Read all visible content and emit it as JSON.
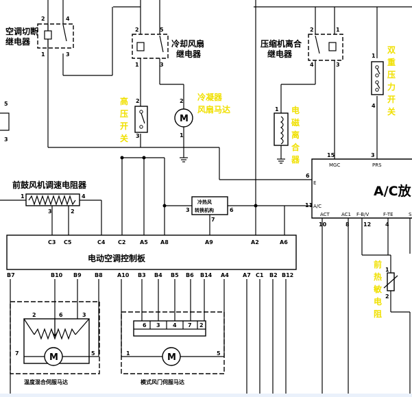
{
  "labels": {
    "relay_ac_cut": [
      "空调切断",
      "继电器"
    ],
    "relay_fan": [
      "冷却风扇",
      "继电器"
    ],
    "relay_comp": [
      "压缩机离合",
      "继电器"
    ],
    "high_pressure_switch": [
      "高",
      "压",
      "开",
      "关"
    ],
    "condenser_motor": [
      "冷凝器",
      "风扇马达"
    ],
    "clutch": [
      "电",
      "磁",
      "离",
      "合",
      "器"
    ],
    "dual_pressure_switch": [
      "双",
      "重",
      "压",
      "力",
      "开",
      "关"
    ],
    "blower_resistor": "前鼓风机调速电阻器",
    "recirc_mechanism": [
      "冷热风",
      "转换机构"
    ],
    "control_board": "电动空调控制板",
    "ac_module": "A/C放",
    "thermistor": [
      "前",
      "热",
      "敏",
      "电",
      "阻"
    ],
    "temp_servo": "温度混合伺服马达",
    "mode_servo": "模式风门伺服马达",
    "motor_symbol": "M"
  },
  "pins": {
    "relay_ac_cut": [
      "2",
      "4",
      "1",
      "3"
    ],
    "relay_fan": [
      "2",
      "5",
      "1",
      "3"
    ],
    "relay_comp": [
      "2",
      "1",
      "4",
      "3"
    ],
    "hp_switch": [
      "2",
      "3"
    ],
    "cond_motor": [
      "2",
      "1"
    ],
    "clutch": [
      "1"
    ],
    "dual_switch": [
      "1",
      "4"
    ],
    "left_edge": [
      "5",
      "3"
    ],
    "resistor": [
      "1",
      "4",
      "3",
      "2"
    ],
    "recirc": [
      "3",
      "6",
      "7"
    ],
    "board_top": [
      "C3",
      "C5",
      "C4",
      "C2",
      "A5",
      "A8",
      "A9",
      "A2",
      "A6"
    ],
    "board_bottom": [
      "B7",
      "B10",
      "B9",
      "B8",
      "A10",
      "B3",
      "B4",
      "B5",
      "B6",
      "B14",
      "A4",
      "A7",
      "C1",
      "B2",
      "B12"
    ],
    "ac_top": [
      "15",
      "3"
    ],
    "ac_top_names": [
      "MGC",
      "PRS"
    ],
    "ac_side": [
      "6",
      "11"
    ],
    "ac_side_names": [
      "E",
      "A/C"
    ],
    "ac_bottom_names": [
      "ACT",
      "AC1",
      "F-B/V",
      "F-TE"
    ],
    "ac_bottom": [
      "10",
      "8",
      "12",
      "4"
    ],
    "ac_edge": "S",
    "thermistor": [
      "1",
      "2"
    ],
    "temp_servo": [
      "2",
      "6",
      "3",
      "7",
      "5"
    ],
    "mode_servo_inner": [
      "6",
      "3",
      "4",
      "7",
      "2"
    ],
    "mode_servo": [
      "1",
      "5"
    ]
  }
}
